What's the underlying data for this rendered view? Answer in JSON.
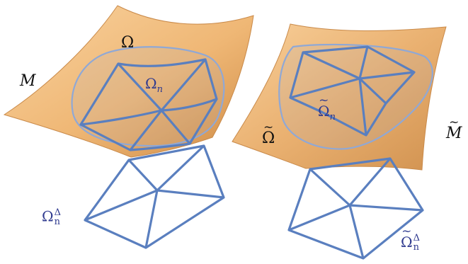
{
  "colors": {
    "surface_light": "#f7c98f",
    "surface_dark": "#d59552",
    "mesh_blue": "#5a7fbf",
    "region_outline": "#8fa8d6",
    "label_blue": "#2f3a8f",
    "label_black": "#111111"
  },
  "labels": {
    "manifold_left": "M",
    "region_left": "Ω",
    "patch_left_base": "Ω",
    "patch_left_sub": "n",
    "flat_left_base": "Ω",
    "flat_left_sup": "Δ",
    "flat_left_sub": "n",
    "manifold_right": "M",
    "region_right": "Ω",
    "patch_right_base": "Ω",
    "patch_right_sub": "n",
    "flat_right_base": "Ω",
    "flat_right_sup": "Δ",
    "flat_right_sub": "n"
  }
}
